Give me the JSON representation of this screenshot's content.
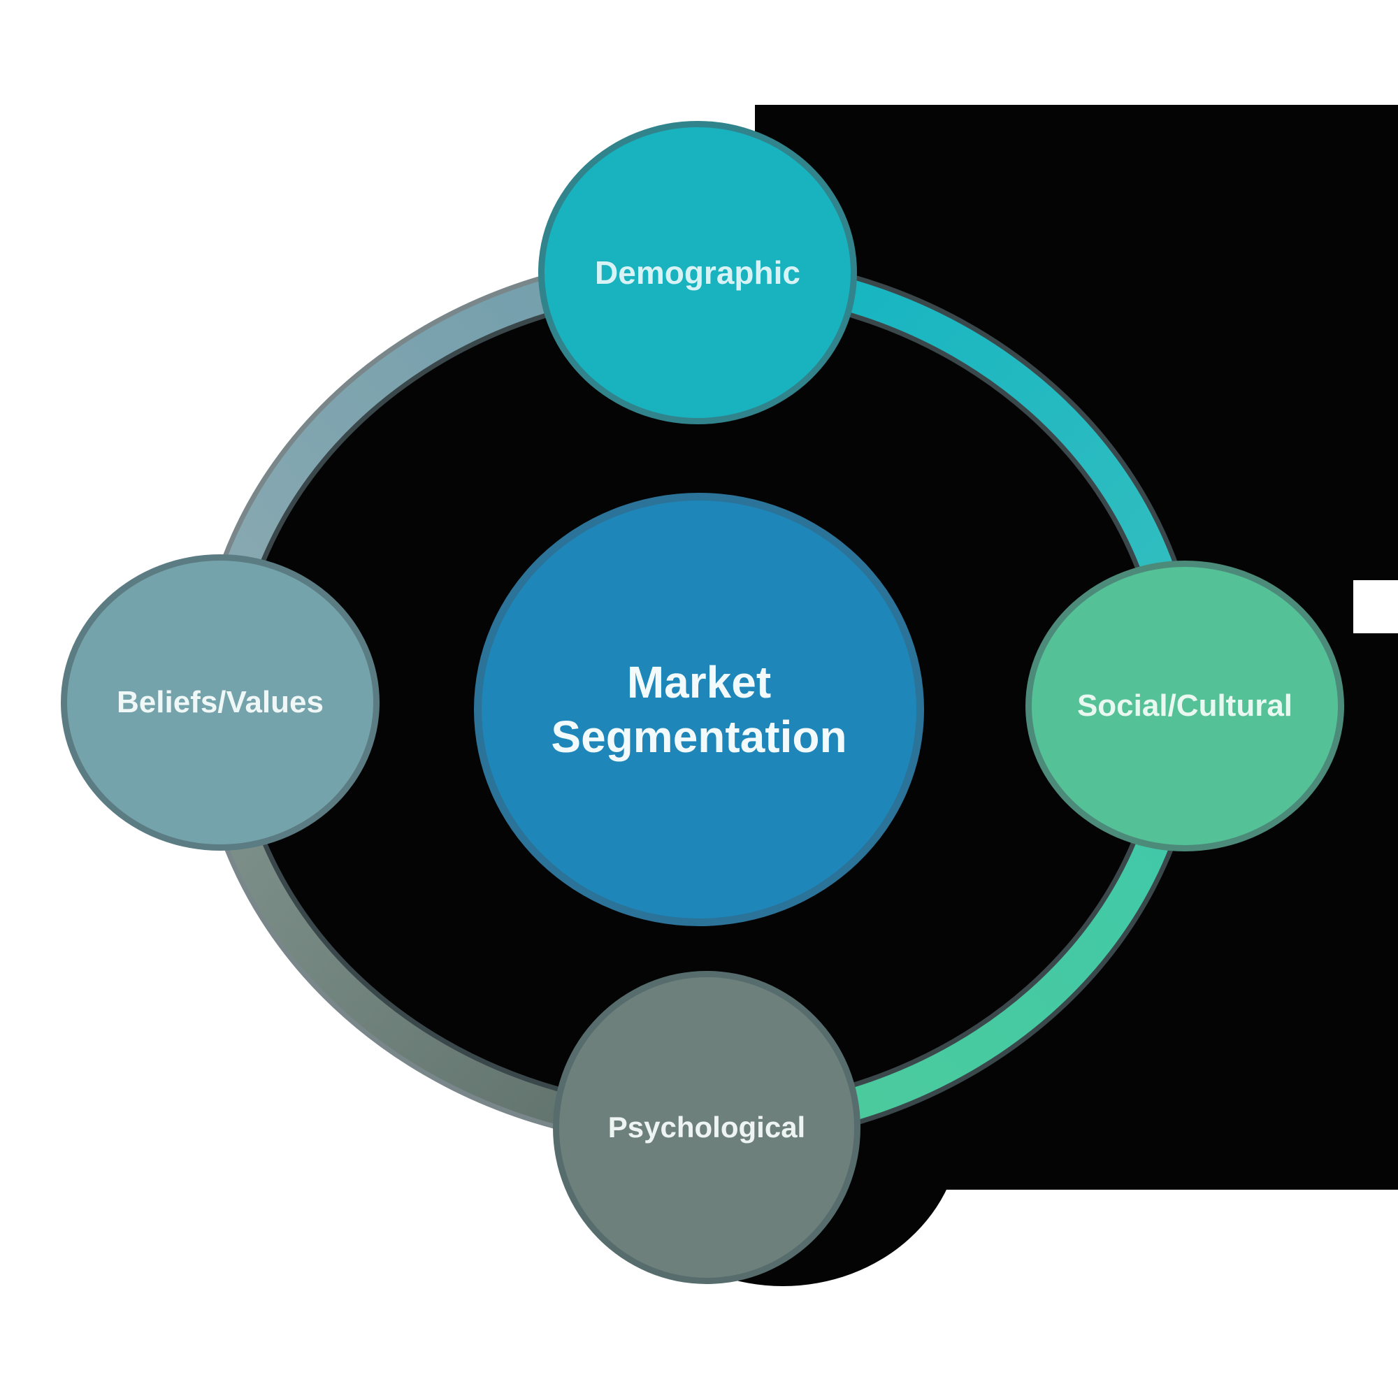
{
  "diagram": {
    "type": "hub-and-spoke-cycle",
    "center": {
      "label": "Market Segmentation",
      "color": "#1e86b8",
      "text_color": "#f3fafc"
    },
    "nodes": [
      {
        "id": "demographic",
        "label": "Demographic",
        "position": "top",
        "color": "#19b2bf"
      },
      {
        "id": "social-cultural",
        "label": "Social/Cultural",
        "position": "right",
        "color": "#54c197"
      },
      {
        "id": "psychological",
        "label": "Psychological",
        "position": "bottom",
        "color": "#6d807b"
      },
      {
        "id": "beliefs-values",
        "label": "Beliefs/Values",
        "position": "left",
        "color": "#75a3ab"
      }
    ],
    "ring": {
      "segment_colors": {
        "top_left": [
          "#8caab2",
          "#6f9dab"
        ],
        "top_right": [
          "#10b3c1",
          "#36bfc0"
        ],
        "bottom_right": [
          "#3fc8ab",
          "#4ecb99"
        ],
        "bottom_left": [
          "#5d6e69",
          "#83958f"
        ]
      },
      "outline_color": "#4e5f63"
    },
    "background": {
      "outer_color": "#ffffff",
      "inner_color": "#040404"
    }
  }
}
